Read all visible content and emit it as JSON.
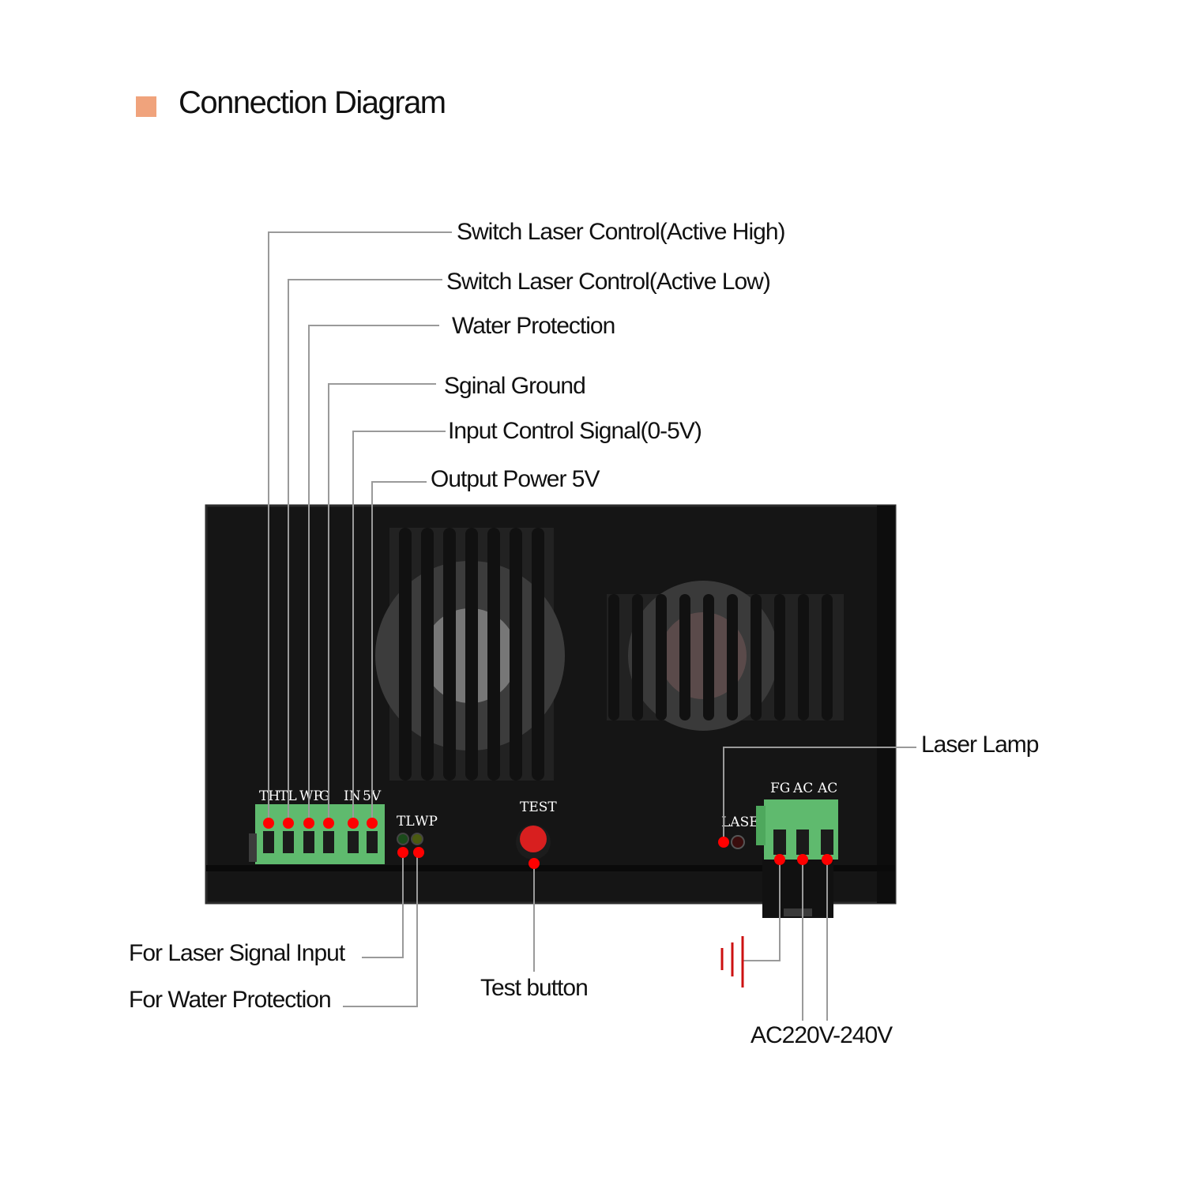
{
  "header": {
    "title": "Connection Diagram",
    "accent_color": "#f0a37c"
  },
  "callouts": {
    "switch_active_high": "Switch Laser Control(Active High)",
    "switch_active_low": "Switch Laser Control(Active Low)",
    "water_protection": "Water Protection",
    "signal_ground": "Sginal Ground",
    "input_control": "Input Control Signal(0-5V)",
    "output_power": "Output Power 5V",
    "laser_lamp": "Laser Lamp",
    "laser_signal_input": "For Laser Signal Input",
    "water_protection_led": "For Water Protection",
    "test_button": "Test button",
    "ac_input": "AC220V-240V"
  },
  "panel": {
    "left_terminal_pins": [
      "TH",
      "TL",
      "WP",
      "G",
      "IN",
      "5V"
    ],
    "led_labels": [
      "TL",
      "WP"
    ],
    "test_label": "TEST",
    "laser_label": "LASER",
    "ac_terminal_pins": [
      "FG",
      "AC",
      "AC"
    ]
  },
  "colors": {
    "marker": "#ff0000",
    "terminal": "#5fba6e",
    "leader": "#9a9a9a",
    "case": "#151515",
    "ground_symbol": "#cc1111"
  }
}
